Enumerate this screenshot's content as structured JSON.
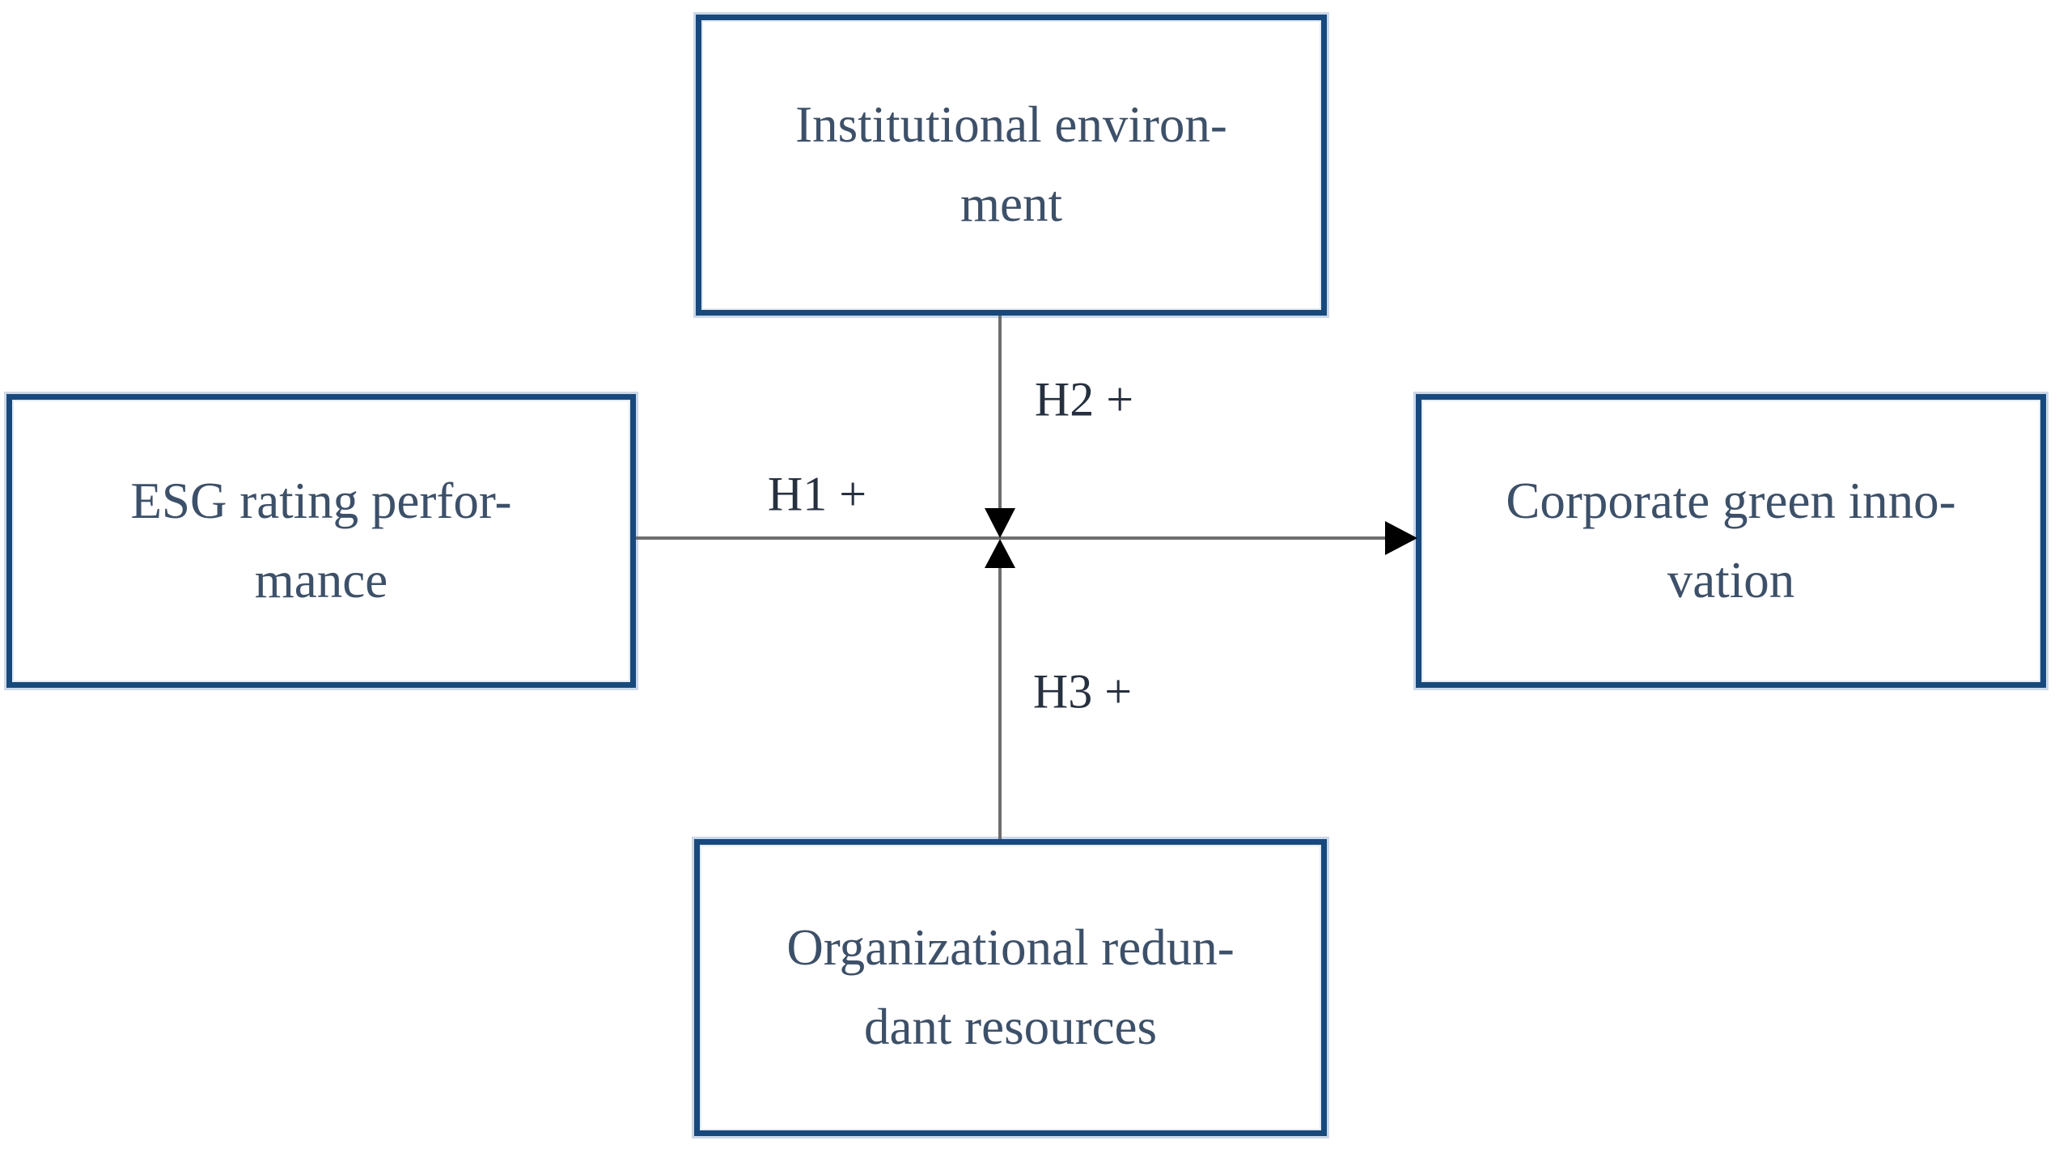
{
  "diagram": {
    "type": "conceptual-research-model",
    "nodes": {
      "institutional_environment": {
        "text": "Institutional environ-\nment"
      },
      "esg_rating_performance": {
        "text": "ESG rating perfor-\nmance"
      },
      "corporate_green_innovation": {
        "text": "Corporate green inno-\nvation"
      },
      "organizational_redundant_resources": {
        "text": "Organizational redun-\ndant resources"
      }
    },
    "edges": {
      "h1": {
        "label": "H1 +",
        "from": "esg_rating_performance",
        "to": "corporate_green_innovation",
        "style": "arrow-right"
      },
      "h2": {
        "label": "H2 +",
        "from": "institutional_environment",
        "to": "h1_path",
        "style": "arrow-down-moderator"
      },
      "h3": {
        "label": "H3 +",
        "from": "organizational_redundant_resources",
        "to": "h1_path",
        "style": "arrow-up-moderator"
      }
    },
    "colors": {
      "box_border": "#17497d",
      "box_text": "#3d5069",
      "edge_line": "#6e6e6e",
      "arrowhead": "#000000",
      "label_text": "#26303f",
      "background": "#ffffff"
    }
  }
}
